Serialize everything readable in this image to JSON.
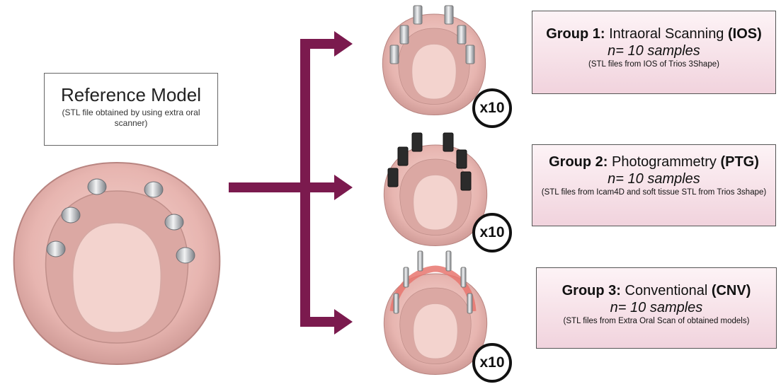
{
  "reference": {
    "title": "Reference Model",
    "subtitle": "(STL file obtained by using extra oral scanner)"
  },
  "groups": [
    {
      "label": "Group 1:",
      "name": "Intraoral Scanning",
      "abbr": "(IOS)",
      "n": "n= 10 samples",
      "source": "(STL files from IOS of Trios 3Shape)",
      "multiplier": "x10"
    },
    {
      "label": "Group 2:",
      "name": "Photogrammetry",
      "abbr": "(PTG)",
      "n": "n= 10 samples",
      "source": "(STL files from Icam4D and soft tissue STL from Trios 3shape)",
      "multiplier": "x10"
    },
    {
      "label": "Group 3:",
      "name": "Conventional",
      "abbr": "(CNV)",
      "n": "n= 10 samples",
      "source": "(STL files from Extra Oral Scan of obtained models)",
      "multiplier": "x10"
    }
  ],
  "colors": {
    "arrow": "#7b1a4e",
    "gum": "#e9b9b5",
    "palate": "#f3d3ce",
    "abutment": "#c9ccd0",
    "scanbody": "#2b2b2b",
    "splint": "#e8766f",
    "box_bottom": "#f1d3dd"
  },
  "icons": [
    "reference-jaw-model",
    "ios-jaw-model",
    "ptg-jaw-model",
    "cnv-jaw-model",
    "flow-arrow"
  ]
}
